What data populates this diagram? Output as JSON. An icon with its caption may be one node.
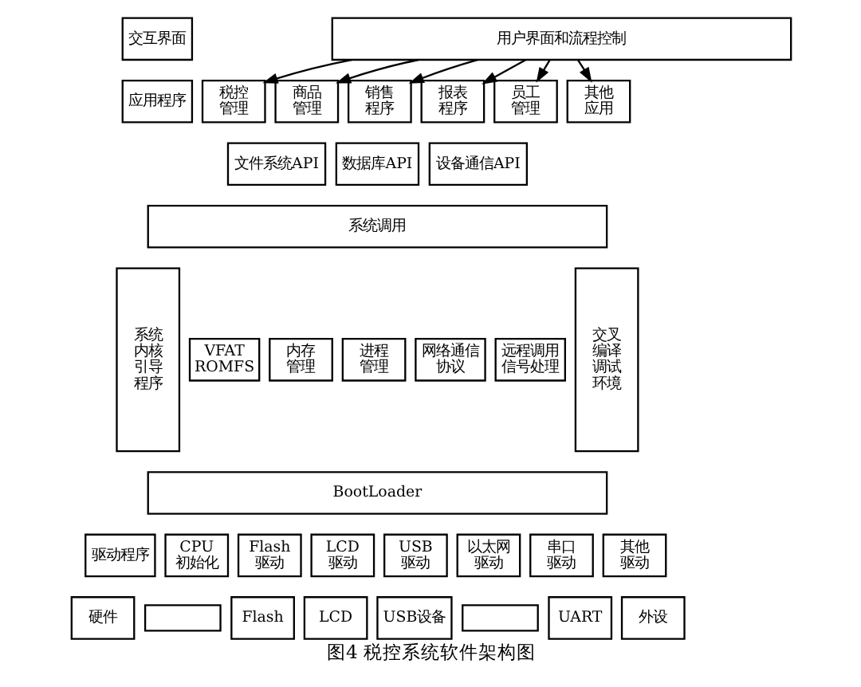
{
  "diagram": {
    "caption": "图4 税控系统软件架构图",
    "nodes": [
      {
        "text": [
          "交互界面"
        ]
      },
      {
        "text": [
          "用户界面和流程控制"
        ]
      },
      {
        "text": [
          "应用程序"
        ]
      },
      {
        "text": [
          "税控管理"
        ]
      },
      {
        "text": [
          "商品管理"
        ]
      },
      {
        "text": [
          "销售程序"
        ]
      },
      {
        "text": [
          "报表程序"
        ]
      },
      {
        "text": [
          "员工管理"
        ]
      },
      {
        "text": [
          "其他应用"
        ]
      },
      {
        "text": [
          "文件系统API"
        ]
      },
      {
        "text": [
          "数据库API"
        ]
      },
      {
        "text": [
          "设备通信API"
        ]
      },
      {
        "text": [
          "系统内核引导程序"
        ]
      },
      {
        "text": [
          "系统调用"
        ]
      },
      {
        "text": [
          "交叉编译调试环境"
        ]
      },
      {
        "text": [
          "VFAT ROMFS"
        ]
      },
      {
        "text": [
          "内存管理"
        ]
      },
      {
        "text": [
          "进程管理"
        ]
      },
      {
        "text": [
          "网络通信协议"
        ]
      },
      {
        "text": [
          "远程调用信号处理"
        ]
      },
      {
        "text": [
          "BootLoader"
        ]
      },
      {
        "text": [
          "驱动程序"
        ]
      },
      {
        "text": [
          "CPU初始化"
        ]
      },
      {
        "text": [
          "Flash驱动"
        ]
      },
      {
        "text": [
          "LCD驱动"
        ]
      },
      {
        "text": [
          "USB驱动"
        ]
      },
      {
        "text": [
          "以太网驱动"
        ]
      },
      {
        "text": [
          "串口驱动"
        ]
      },
      {
        "text": [
          "其他驱动"
        ]
      },
      {
        "text": [
          "硬件"
        ]
      },
      {
        "text": [],
        "shape": "box"
      },
      {
        "text": [
          "Flash"
        ]
      },
      {
        "text": [
          "LCD"
        ]
      },
      {
        "text": [
          "USB设备"
        ]
      },
      {
        "text": [],
        "shape": "box"
      },
      {
        "text": [
          "UART"
        ]
      },
      {
        "text": [
          "外设"
        ]
      }
    ],
    "edges": [
      {
        "from": 1,
        "to": 3,
        "arrow": "to"
      },
      {
        "from": 1,
        "to": 4,
        "arrow": "to"
      },
      {
        "from": 1,
        "to": 5,
        "arrow": "to"
      },
      {
        "from": 1,
        "to": 6,
        "arrow": "to"
      },
      {
        "from": 1,
        "to": 7,
        "arrow": "to"
      },
      {
        "from": 1,
        "to": 8,
        "arrow": "to"
      }
    ]
  }
}
